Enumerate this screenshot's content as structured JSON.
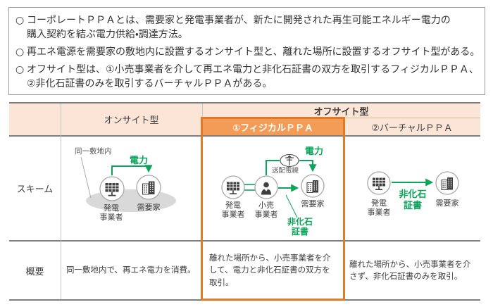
{
  "colors": {
    "green": "#0CA459",
    "ink": "#3F3F3F",
    "peach": "#FBE5D6",
    "orange-fill": "#F29C57",
    "orange-border": "#DF7A26"
  },
  "intro": {
    "mark": "○",
    "bullets": [
      [
        "コーポレートＰＰＡとは、需要家と発電事業者が、新たに開発された再生可能エネルギー電力の",
        "購入契約を結ぶ電力供給・調達方法。"
      ],
      [
        "再エネ電源を需要家の敷地内に設置するオンサイト型と、離れた場所に設置するオフサイト型がある。"
      ],
      [
        "オフサイト型は、①小売事業者を介して再エネ電力と非化石証書の双方を取引するフィジカルＰＰＡ、",
        "②非化石証書のみを取引するバーチャルＰＰＡがある。"
      ]
    ]
  },
  "table": {
    "onsite_header": "オンサイト型",
    "offsite_header": "オフサイト型",
    "physical_header": "①フィジカルＰＰＡ",
    "virtual_header": "②バーチャルＰＰＡ",
    "rows": [
      "スキーム",
      "概要"
    ],
    "overview": {
      "onsite": "同一敷地内で、再エネ電力を消費。",
      "physical": "離れた場所から、小売事業者を介して、電力と非化石証書の双方を取引。",
      "virtual": "離れた場所から、小売事業者を介さず、非化石証書のみを取引。"
    }
  },
  "diagram": {
    "same_site": "同一敷地内",
    "electricity": "電力",
    "grid_label": "送配電線",
    "non_fossil_1": "非化石",
    "non_fossil_2": "証書",
    "generator_1": "発電",
    "generator_2": "事業者",
    "retailer_1": "小売",
    "retailer_2": "事業者",
    "consumer": "需要家"
  }
}
